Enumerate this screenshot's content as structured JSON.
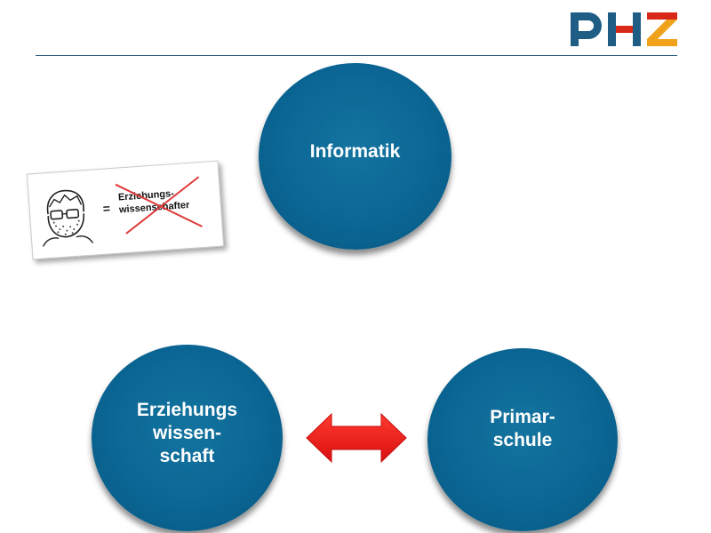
{
  "logo": {
    "text": "PHZ",
    "colors": {
      "blue": "#1f5d85",
      "orange": "#f0a21a",
      "red": "#d92818"
    }
  },
  "diagram": {
    "nodes": [
      {
        "id": "top",
        "label": "Informatik"
      },
      {
        "id": "left",
        "label": "Erziehungs\nwissen-\nschaft"
      },
      {
        "id": "right",
        "label": "Primar-\nschule"
      }
    ],
    "connector": {
      "between": [
        "left",
        "right"
      ],
      "type": "double-arrow",
      "color": "#ee1c1c"
    }
  },
  "inset_card": {
    "equals": "=",
    "crossed_word": "Erziehungs-\nwissenschafter",
    "cross_color": "#e03a3a"
  },
  "colors": {
    "circle": "#0b6695",
    "rule": "#2a5f86"
  }
}
